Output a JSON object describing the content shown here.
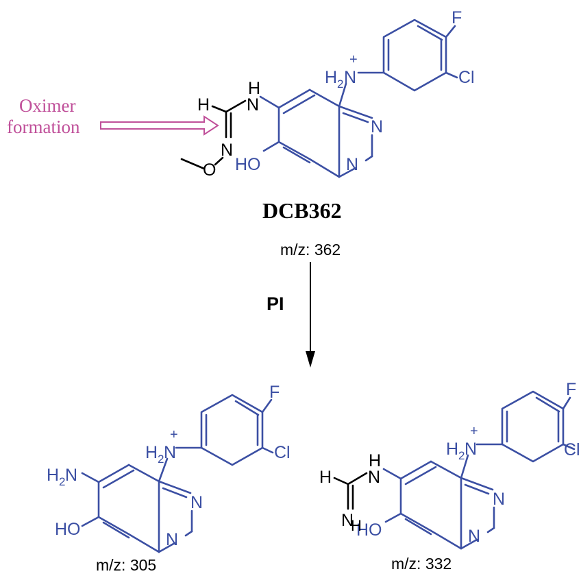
{
  "colors": {
    "molecule": "#3b4fa3",
    "annotation": "#c0509a",
    "black": "#000000"
  },
  "annotation": {
    "line1": "Oximer",
    "line2": "formation"
  },
  "parent": {
    "name": "DCB362",
    "mz": "m/z: 362"
  },
  "reaction": {
    "label": "PI"
  },
  "product1": {
    "mz": "m/z: 305"
  },
  "product2": {
    "mz": "m/z: 332"
  },
  "atoms": {
    "F": "F",
    "Cl": "Cl",
    "N": "N",
    "H": "H",
    "HO": "HO",
    "H2N_H": "H",
    "H2N_2": "2",
    "H2N_N": "N",
    "plus": "+",
    "NH2_H": "H",
    "NH2_2": "2",
    "NH2_N": "N",
    "NH_N": "N",
    "NH_H": "H"
  }
}
